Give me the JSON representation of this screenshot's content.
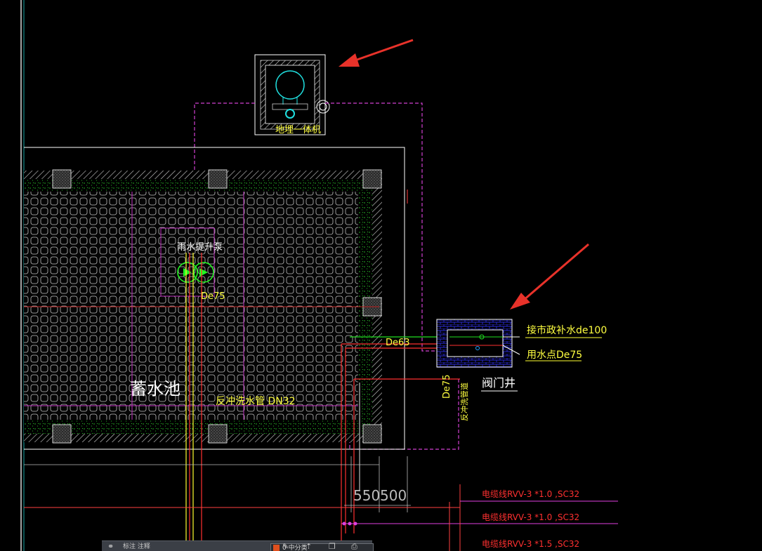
{
  "labels": {
    "equipment": "地埋一体机",
    "pump": "雨水提升泵",
    "pump_pipe": "De75",
    "tank": "蓄水池",
    "backwash": "反冲洗水管  DN32",
    "de63": "De63",
    "de75_vertical": "De75",
    "backwash_vertical": "反冲洗管道",
    "municipal": "接市政补水de100",
    "usage": "用水点De75",
    "valve_well": "阀门井",
    "dim_550": "550",
    "dim_500": "500",
    "cable_1": "电缆线RVV-3 *1.0 ,SC32",
    "cable_2": "电缆线RVV-3 *1.0 ,SC32",
    "cable_3": "电缆线RVV-3 *1.5 ,SC32"
  },
  "toolbar": {
    "left_text": "标注 注释",
    "layer_name": "0 中分类",
    "icons": [
      "link-icon",
      "pencil-icon",
      "upload-icon",
      "copy-icon",
      "print-icon"
    ]
  },
  "colors": {
    "background": "#000000",
    "white_line": "#ffffff",
    "magenta": "#e040e0",
    "red": "#ff2020",
    "yellow": "#ffff40",
    "cyan": "#00e0e0",
    "green": "#20ff20",
    "arrow": "#e8322a"
  }
}
